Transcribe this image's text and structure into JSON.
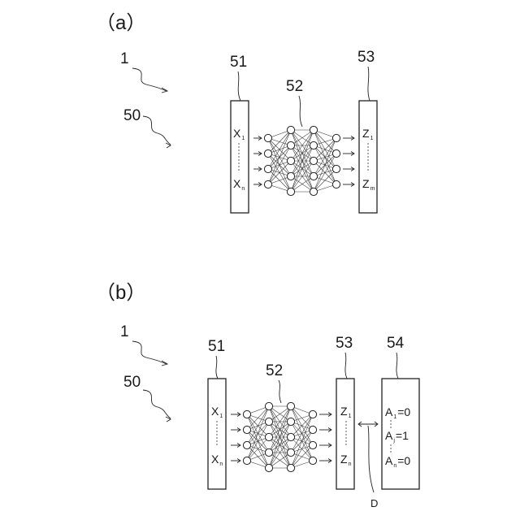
{
  "figures": [
    {
      "panel_label": "（a）",
      "ref_1": "1",
      "ref_50": "50",
      "input_layer_ref": "51",
      "hidden_layers_ref": "52",
      "output_layer_ref": "53",
      "inputs": {
        "first": "X",
        "first_sub": "1",
        "last": "X",
        "last_sub": "n"
      },
      "outputs": {
        "first": "Z",
        "first_sub": "1",
        "last": "Z",
        "last_sub": "m"
      }
    },
    {
      "panel_label": "（b）",
      "ref_1": "1",
      "ref_50": "50",
      "input_layer_ref": "51",
      "hidden_layers_ref": "52",
      "output_layer_ref": "53",
      "answer_ref": "54",
      "difference_ref": "D",
      "inputs": {
        "first": "X",
        "first_sub": "1",
        "last": "X",
        "last_sub": "n"
      },
      "outputs": {
        "first": "Z",
        "first_sub": "1",
        "last": "Z",
        "last_sub": "n"
      },
      "answers": [
        {
          "name": "A",
          "sub": "1",
          "value": "=0"
        },
        {
          "name": "A",
          "sub": "j",
          "value": "=1"
        },
        {
          "name": "A",
          "sub": "n",
          "value": "=0"
        }
      ]
    }
  ]
}
